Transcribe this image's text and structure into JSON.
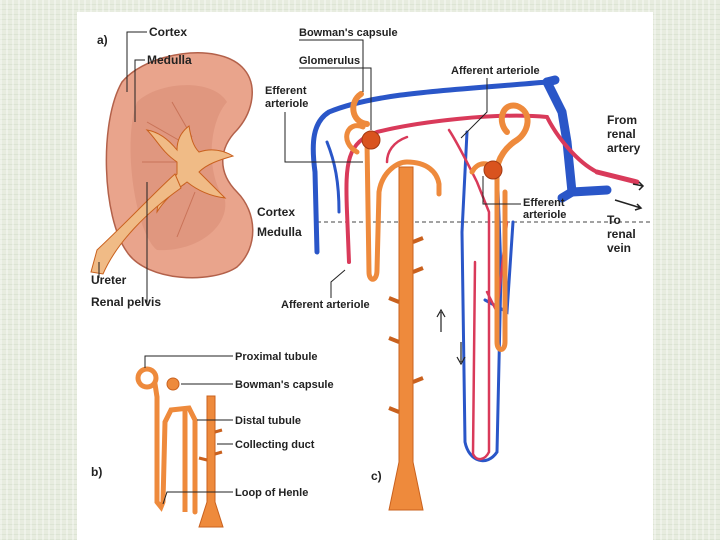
{
  "panels": {
    "a": "a)",
    "b": "b)",
    "c": "c)"
  },
  "kidney_labels": {
    "cortex": "Cortex",
    "medulla": "Medulla",
    "ureter": "Ureter",
    "renal_pelvis": "Renal pelvis"
  },
  "nephron_b_labels": {
    "proximal_tubule": "Proximal tubule",
    "bowmans_capsule": "Bowman's capsule",
    "distal_tubule": "Distal tubule",
    "collecting_duct": "Collecting duct",
    "loop_of_henle": "Loop of Henle"
  },
  "nephron_c_labels": {
    "bowmans_capsule": "Bowman's capsule",
    "glomerulus": "Glomerulus",
    "efferent_arteriole_1": "Efferent",
    "efferent_arteriole_2": "arteriole",
    "afferent_arteriole_top": "Afferent arteriole",
    "from_renal_artery_1": "From",
    "from_renal_artery_2": "renal",
    "from_renal_artery_3": "artery",
    "efferent_arteriole_right_1": "Efferent",
    "efferent_arteriole_right_2": "arteriole",
    "to_renal_vein_1": "To",
    "to_renal_vein_2": "renal",
    "to_renal_vein_3": "vein",
    "cortex": "Cortex",
    "medulla": "Medulla",
    "afferent_arteriole_bottom": "Afferent arteriole"
  },
  "colors": {
    "tubule": "#ee8a3c",
    "tubule_dark": "#c9611e",
    "artery": "#d93a5a",
    "vein": "#2a56c8",
    "kidney": "#e9a48c",
    "kidney_dark": "#c97358"
  }
}
